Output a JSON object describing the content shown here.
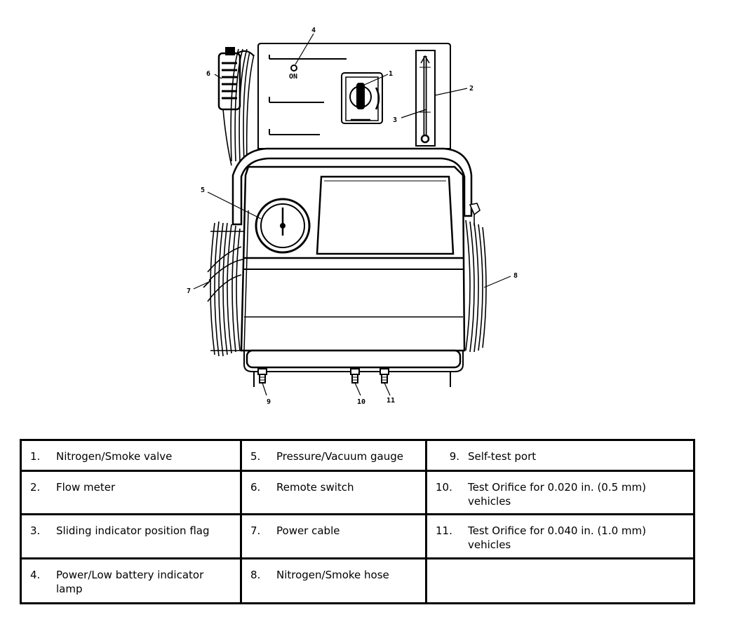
{
  "callouts": [
    "1",
    "2",
    "3",
    "4",
    "5",
    "6",
    "7",
    "8",
    "9",
    "10",
    "11"
  ],
  "indicator_label": "ON",
  "legend": {
    "rows": [
      [
        {
          "num": "1.",
          "text": "Nitrogen/Smoke valve"
        },
        {
          "num": "5.",
          "text": "Pressure/Vacuum gauge"
        },
        {
          "num": "9.",
          "text": "Self-test port"
        }
      ],
      [
        {
          "num": "2.",
          "text": "Flow meter"
        },
        {
          "num": "6.",
          "text": "Remote switch"
        },
        {
          "num": "10.",
          "text": "Test Orifice for 0.020 in. (0.5 mm) vehicles"
        }
      ],
      [
        {
          "num": "3.",
          "text": "Sliding indicator position flag"
        },
        {
          "num": "7.",
          "text": "Power cable"
        },
        {
          "num": "11.",
          "text": "Test Orifice for 0.040 in. (1.0 mm) vehicles"
        }
      ],
      [
        {
          "num": "4.",
          "text": "Power/Low battery indicator lamp"
        },
        {
          "num": "8.",
          "text": "Nitrogen/Smoke hose"
        },
        {
          "num": "",
          "text": ""
        }
      ]
    ]
  }
}
